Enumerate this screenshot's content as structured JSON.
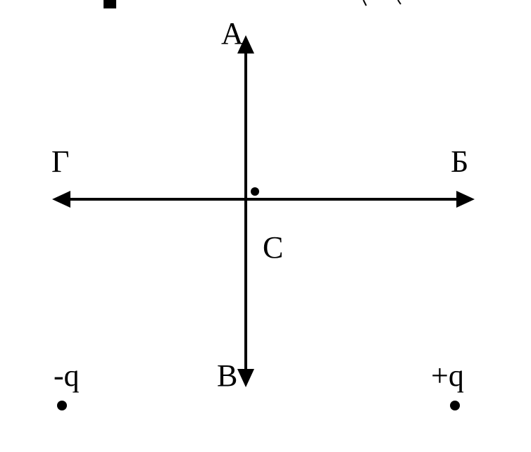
{
  "labels": {
    "a": "А",
    "b": "Б",
    "v": "В",
    "g": "Г",
    "c": "С",
    "minus_q": "-q",
    "plus_q": "+q"
  },
  "colors": {
    "ink": "#000000",
    "background": "#ffffff"
  }
}
